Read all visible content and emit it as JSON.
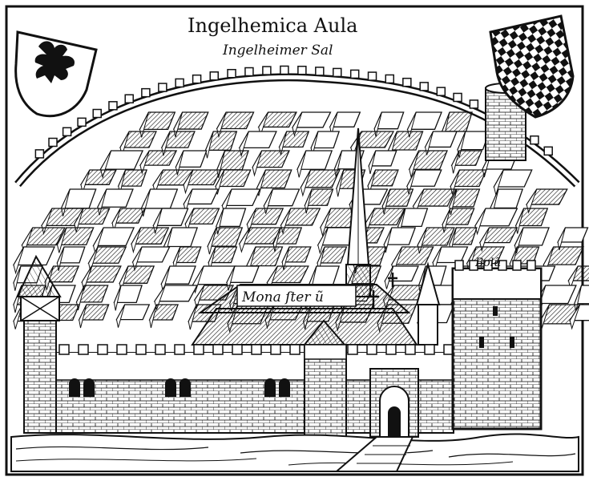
{
  "labels": {
    "title": "Ingelhemica Aula",
    "subtitle": "Ingelheimer Sal",
    "monastery": "Mona ſter ũ",
    "tower": "Bolũ"
  },
  "colors": {
    "ink": "#111111",
    "paper": "#ffffff",
    "shade": "#2a2a2a"
  }
}
